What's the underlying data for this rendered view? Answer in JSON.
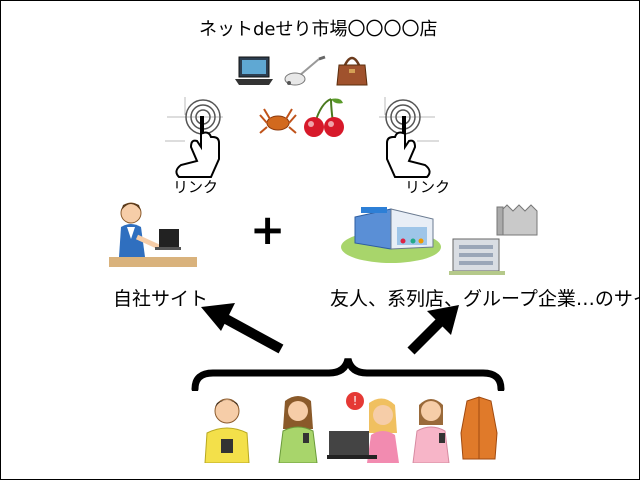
{
  "title": "ネットdeせり市場〇〇〇〇店",
  "links": {
    "left": "リンク",
    "right": "リンク"
  },
  "sites": {
    "own": "自社サイト",
    "partner": "友人、系列店、グループ企業…のサイト"
  },
  "operator": "+",
  "colors": {
    "accent": "#e53935",
    "skin": "#f6cda8",
    "stroke": "#000000"
  },
  "icons": [
    "laptop-icon",
    "vacuum-icon",
    "handbag-icon",
    "crab-icon",
    "cherry-icon",
    "tap-hand-icon",
    "office-worker-icon",
    "store-icon",
    "factory-icon",
    "customer-icon"
  ]
}
